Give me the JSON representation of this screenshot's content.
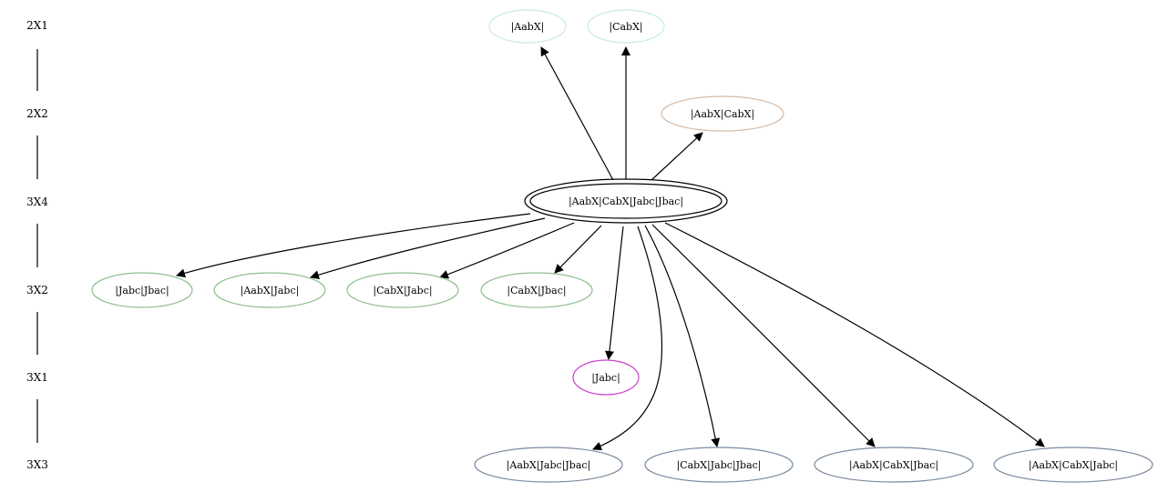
{
  "levels": [
    {
      "id": "2X1",
      "label": "2X1"
    },
    {
      "id": "2X2",
      "label": "2X2"
    },
    {
      "id": "3X4",
      "label": "3X4"
    },
    {
      "id": "3X2",
      "label": "3X2"
    },
    {
      "id": "3X1",
      "label": "3X1"
    },
    {
      "id": "3X3",
      "label": "3X3"
    }
  ],
  "nodes": [
    {
      "id": "n2x1a",
      "label": "|AabX|",
      "level": "2X1",
      "color": "#c9ebe4"
    },
    {
      "id": "n2x1b",
      "label": "|CabX|",
      "level": "2X1",
      "color": "#c9ebe4"
    },
    {
      "id": "n2x2",
      "label": "|AabX|CabX|",
      "level": "2X2",
      "color": "#d4bca8"
    },
    {
      "id": "root",
      "label": "|AabX|CabX|Jabc|Jbac|",
      "level": "3X4",
      "color": "#000000",
      "double": true
    },
    {
      "id": "n3x2a",
      "label": "|Jabc|Jbac|",
      "level": "3X2",
      "color": "#8fbf8f"
    },
    {
      "id": "n3x2b",
      "label": "|AabX|Jabc|",
      "level": "3X2",
      "color": "#8fbf8f"
    },
    {
      "id": "n3x2c",
      "label": "|CabX|Jabc|",
      "level": "3X2",
      "color": "#8fbf8f"
    },
    {
      "id": "n3x2d",
      "label": "|CabX|Jbac|",
      "level": "3X2",
      "color": "#8fbf8f"
    },
    {
      "id": "n3x1",
      "label": "|Jabc|",
      "level": "3X1",
      "color": "#cc44cc"
    },
    {
      "id": "n3x3a",
      "label": "|AabX|Jabc|Jbac|",
      "level": "3X3",
      "color": "#7a8aa0"
    },
    {
      "id": "n3x3b",
      "label": "|CabX|Jabc|Jbac|",
      "level": "3X3",
      "color": "#7a8aa0"
    },
    {
      "id": "n3x3c",
      "label": "|AabX|CabX|Jbac|",
      "level": "3X3",
      "color": "#7a8aa0"
    },
    {
      "id": "n3x3d",
      "label": "|AabX|CabX|Jabc|",
      "level": "3X3",
      "color": "#7a8aa0"
    }
  ],
  "edges": [
    {
      "from": "root",
      "to": "n2x1a"
    },
    {
      "from": "root",
      "to": "n2x1b"
    },
    {
      "from": "root",
      "to": "n2x2"
    },
    {
      "from": "root",
      "to": "n3x2a"
    },
    {
      "from": "root",
      "to": "n3x2b"
    },
    {
      "from": "root",
      "to": "n3x2c"
    },
    {
      "from": "root",
      "to": "n3x2d"
    },
    {
      "from": "root",
      "to": "n3x1"
    },
    {
      "from": "root",
      "to": "n3x3a"
    },
    {
      "from": "root",
      "to": "n3x3b"
    },
    {
      "from": "root",
      "to": "n3x3c"
    },
    {
      "from": "root",
      "to": "n3x3d"
    }
  ]
}
